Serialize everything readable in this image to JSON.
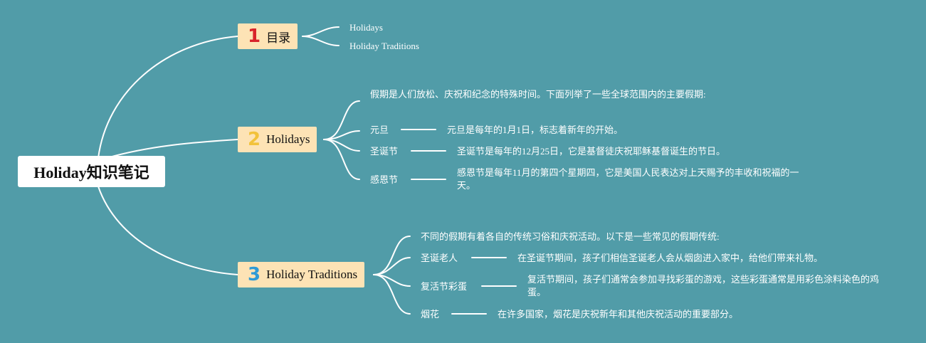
{
  "root": {
    "title": "Holiday知识笔记"
  },
  "branches": [
    {
      "number": "1",
      "color": "#d8232a",
      "label": "目录",
      "items": [
        "Holidays",
        "Holiday Traditions"
      ]
    },
    {
      "number": "2",
      "color": "#f2c23a",
      "label": "Holidays",
      "intro": "假期是人们放松、庆祝和纪念的特殊时间。下面列举了一些全球范围内的主要假期:",
      "items": [
        {
          "name": "元旦",
          "desc": "元旦是每年的1月1日，标志着新年的开始。"
        },
        {
          "name": "圣诞节",
          "desc": "圣诞节是每年的12月25日，它是基督徒庆祝耶稣基督诞生的节日。"
        },
        {
          "name": "感恩节",
          "desc": "感恩节是每年11月的第四个星期四，它是美国人民表达对上天赐予的丰收和祝福的一天。"
        }
      ]
    },
    {
      "number": "3",
      "color": "#2e9bd6",
      "label": "Holiday Traditions",
      "intro": "不同的假期有着各自的传统习俗和庆祝活动。以下是一些常见的假期传统:",
      "items": [
        {
          "name": "圣诞老人",
          "desc": "在圣诞节期间，孩子们相信圣诞老人会从烟囱进入家中，给他们带来礼物。"
        },
        {
          "name": "复活节彩蛋",
          "desc": "复活节期间，孩子们通常会参加寻找彩蛋的游戏，这些彩蛋通常是用彩色涂料染色的鸡蛋。"
        },
        {
          "name": "烟花",
          "desc": "在许多国家，烟花是庆祝新年和其他庆祝活动的重要部分。"
        }
      ]
    }
  ]
}
